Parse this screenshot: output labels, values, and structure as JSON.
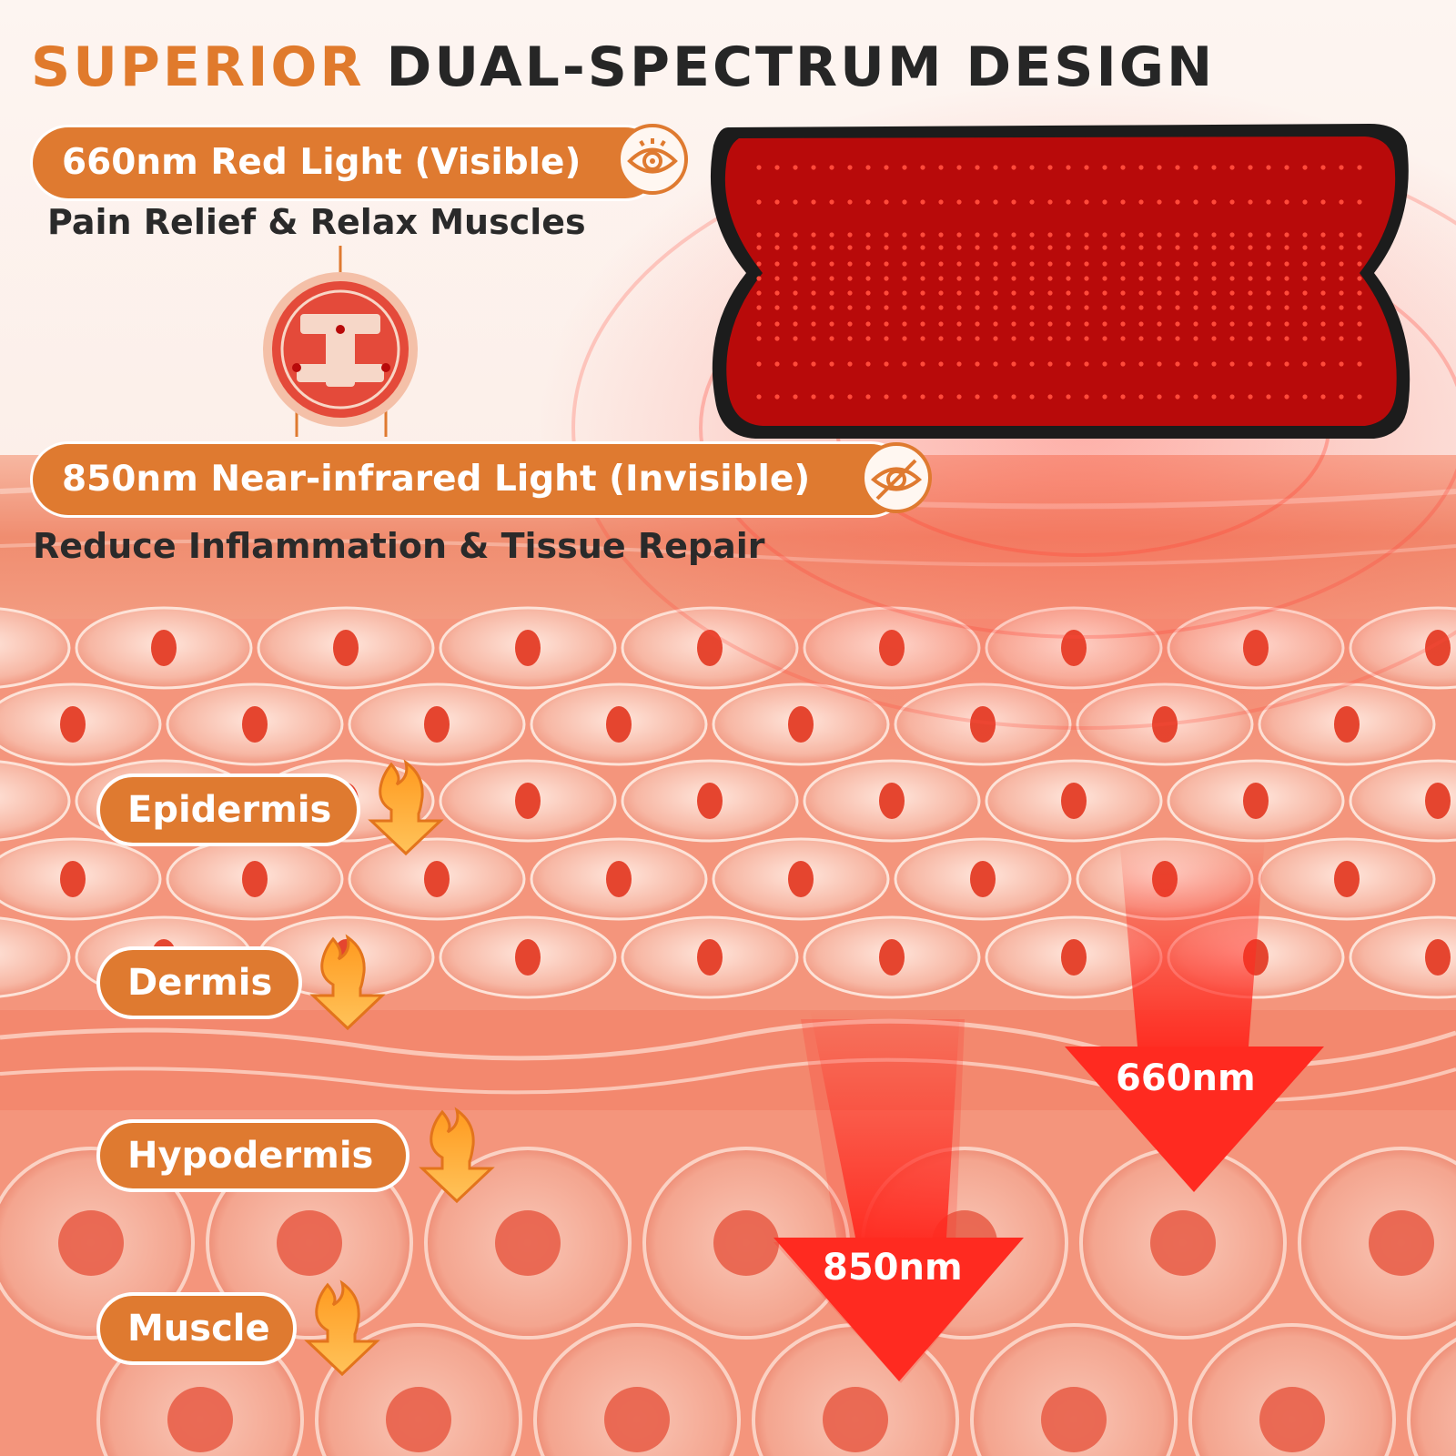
{
  "header": {
    "title_accent": "SUPERIOR",
    "title_rest": "DUAL-SPECTRUM DESIGN"
  },
  "features": [
    {
      "label": "660nm Red Light (Visible)",
      "benefit": "Pain Relief & Relax Muscles",
      "icon": "eye-icon"
    },
    {
      "label": "850nm Near-infrared Light (Invisible)",
      "benefit": "Reduce Inflammation & Tissue Repair",
      "icon": "eye-off-icon"
    }
  ],
  "skin_layers": [
    {
      "label": "Epidermis",
      "icon": "flame-arrow-icon"
    },
    {
      "label": "Dermis",
      "icon": "flame-arrow-icon"
    },
    {
      "label": "Hypodermis",
      "icon": "flame-arrow-icon"
    },
    {
      "label": "Muscle",
      "icon": "flame-arrow-icon"
    }
  ],
  "penetration": {
    "red_label": "660nm",
    "nir_label": "850nm"
  },
  "colors": {
    "accent_orange": "#df7a30",
    "led_red": "#ff2a20",
    "device_red": "#b80a0a",
    "skin": "#f2836b"
  }
}
